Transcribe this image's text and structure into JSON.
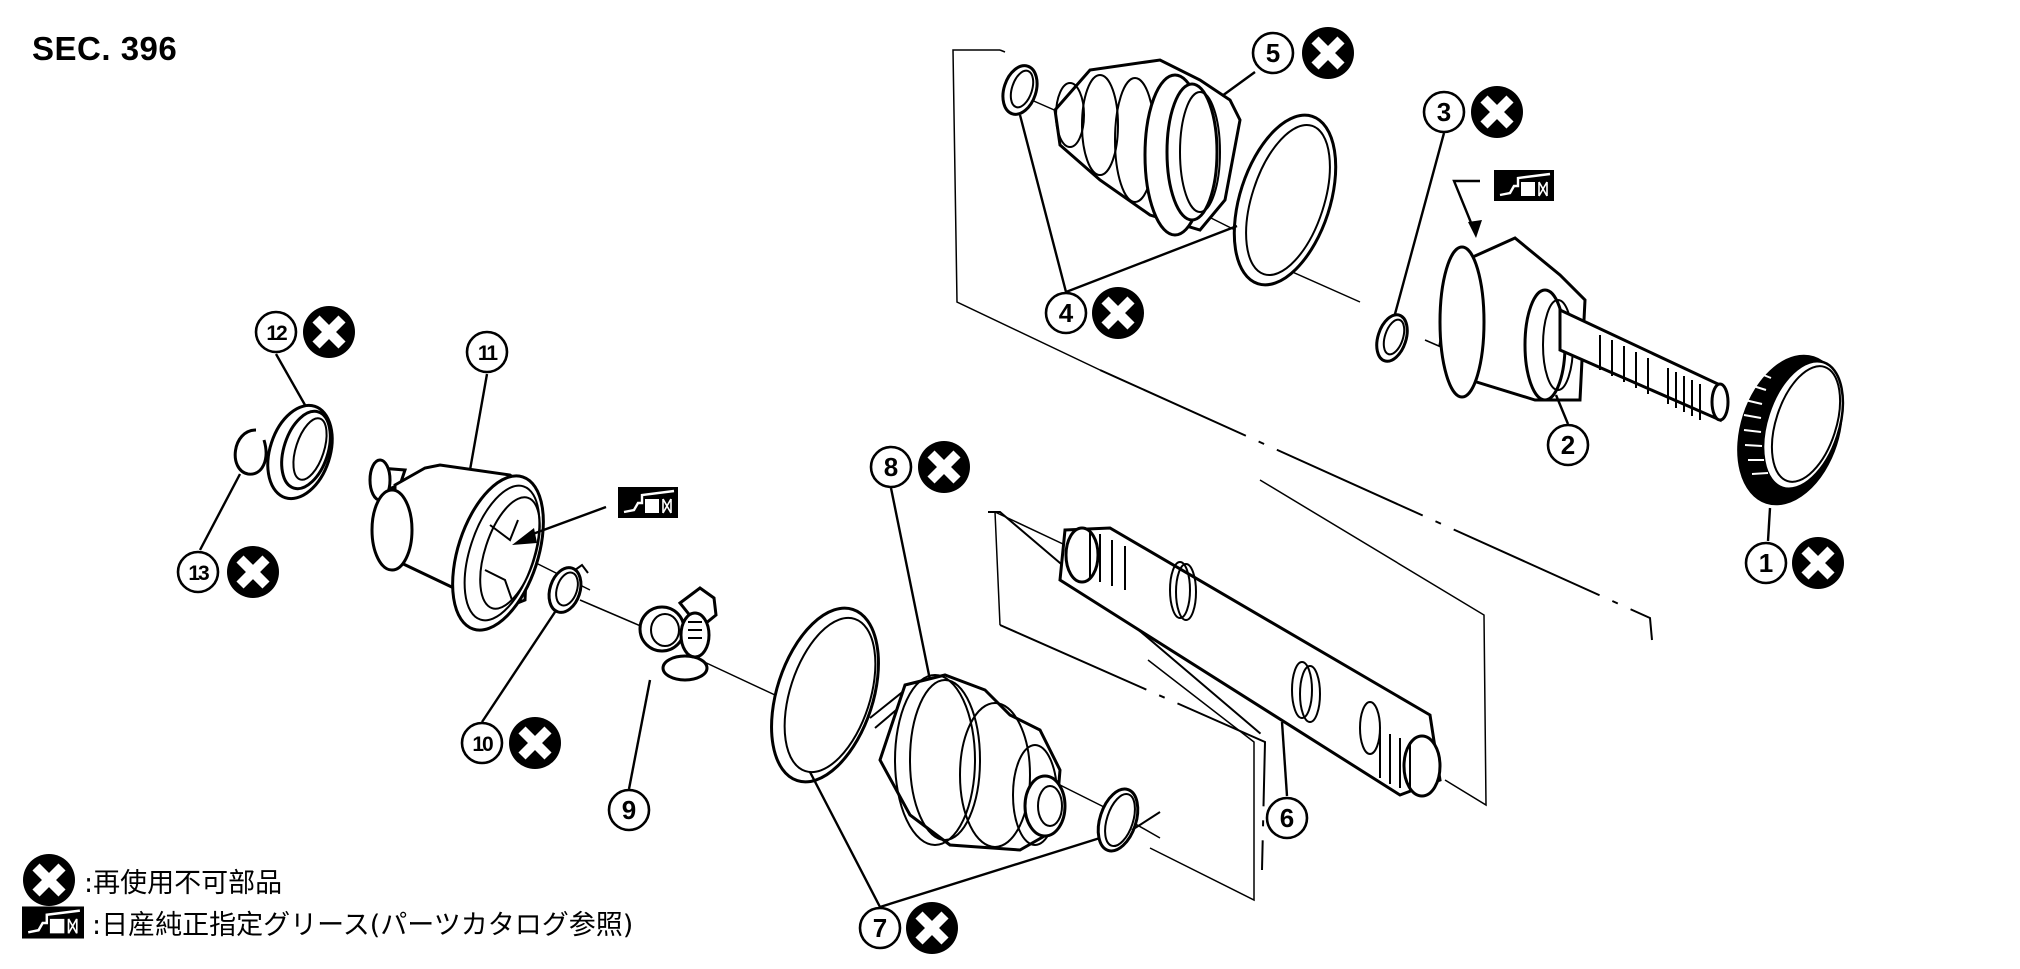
{
  "section_title": "SEC. 396",
  "icons": {
    "non_reusable": "non-reusable-x-icon",
    "grease": "nissan-grease-icon"
  },
  "callouts": [
    {
      "num": "1",
      "glyph": "①",
      "non_reusable": true
    },
    {
      "num": "2",
      "glyph": "②",
      "non_reusable": false
    },
    {
      "num": "3",
      "glyph": "③",
      "non_reusable": true
    },
    {
      "num": "4",
      "glyph": "④",
      "non_reusable": true
    },
    {
      "num": "5",
      "glyph": "⑤",
      "non_reusable": true
    },
    {
      "num": "6",
      "glyph": "⑥",
      "non_reusable": false
    },
    {
      "num": "7",
      "glyph": "⑦",
      "non_reusable": true
    },
    {
      "num": "8",
      "glyph": "⑧",
      "non_reusable": true
    },
    {
      "num": "9",
      "glyph": "⑨",
      "non_reusable": false
    },
    {
      "num": "10",
      "glyph": "⑩",
      "non_reusable": true
    },
    {
      "num": "11",
      "glyph": "⑪",
      "non_reusable": false
    },
    {
      "num": "12",
      "glyph": "⑫",
      "non_reusable": true
    },
    {
      "num": "13",
      "glyph": "⑬",
      "non_reusable": true
    }
  ],
  "legend": {
    "non_reusable_label": ":再使用不可部品",
    "grease_label": ":日産純正指定グリース(パーツカタログ参照)"
  }
}
